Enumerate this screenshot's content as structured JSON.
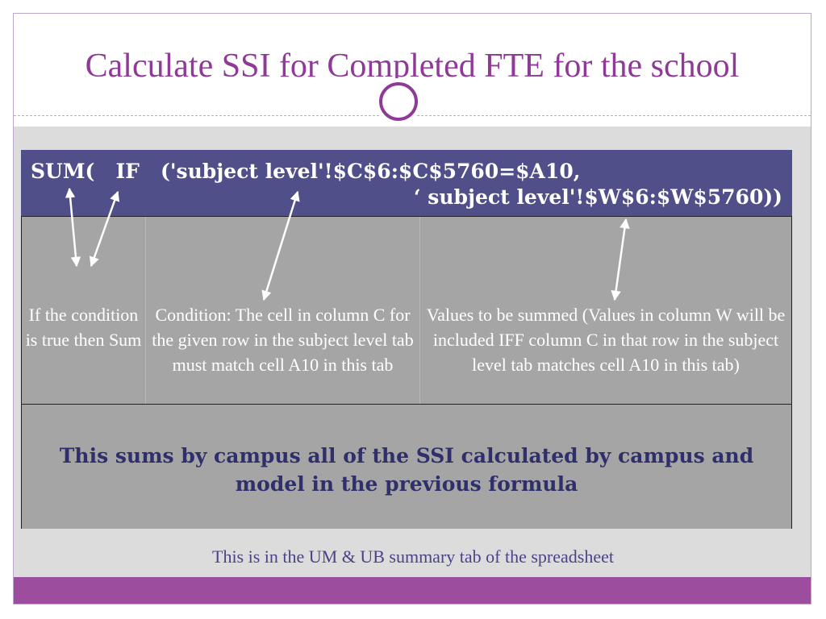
{
  "slide": {
    "title": "Calculate SSI for Completed FTE for the school",
    "formula": {
      "line1": "SUM(   IF   ('subject level'!$C$6:$C$5760=$A10,",
      "line2": "‘ subject level'!$W$6:$W$5760))"
    },
    "explanations": [
      {
        "text": "If the condition is true then Sum"
      },
      {
        "text": "Condition: The cell in column C for the given row in the subject level tab must match cell A10 in this tab"
      },
      {
        "text": "Values to be summed (Values in column W will be included IFF column C in that row in the subject level tab matches cell A10 in this tab)"
      }
    ],
    "summary": "This sums by campus all of the SSI calculated by campus and model in the previous formula",
    "footnote": "This is in the UM & UB summary tab of the spreadsheet"
  },
  "colors": {
    "title": "#8e3a96",
    "formula_background": "#504f8a",
    "summary_text": "#2e2f6b",
    "footer_bar": "#9c4d9d",
    "arrow": "#ffffff"
  }
}
